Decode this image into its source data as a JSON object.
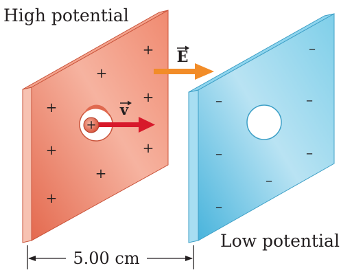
{
  "labels": {
    "high_potential": "High potential",
    "low_potential": "Low potential",
    "distance": "5.00 cm",
    "field_symbol": "E",
    "velocity_symbol": "v",
    "plus": "+",
    "minus": "–"
  },
  "colors": {
    "positive_plate": "#ef8f77",
    "negative_plate": "#63c2e2",
    "field_arrow": "#f28c28",
    "velocity_arrow": "#d7192b"
  }
}
